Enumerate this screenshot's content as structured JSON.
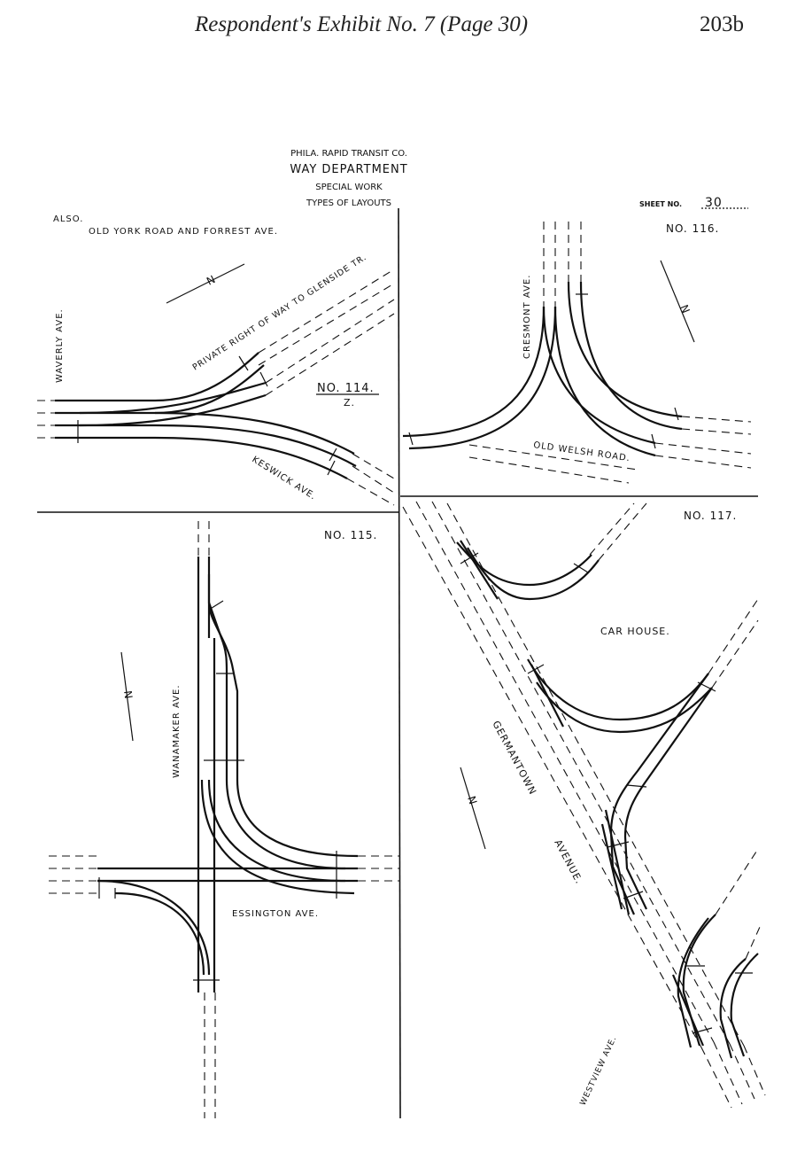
{
  "header": {
    "title": "Respondent's Exhibit No. 7 (Page 30)",
    "page_number": "203b"
  },
  "title_block": {
    "company": "PHILA. RAPID TRANSIT CO.",
    "department": "WAY DEPARTMENT",
    "subject": "SPECIAL WORK",
    "types": "TYPES OF LAYOUTS",
    "sheet_label": "SHEET NO.",
    "sheet_value": "30"
  },
  "layouts": {
    "no114": {
      "also": "ALSO.",
      "location": "OLD YORK ROAD AND FORREST AVE.",
      "number": "NO. 114.",
      "sub": "Z.",
      "street_left": "WAVERLY AVE.",
      "street_diag": "PRIVATE RIGHT OF WAY TO GLENSIDE TR.",
      "street_bottom": "KESWICK AVE."
    },
    "no116": {
      "number": "NO. 116.",
      "street_vertical": "CRESMONT AVE.",
      "street_bottom": "OLD WELSH ROAD."
    },
    "no115": {
      "number": "NO. 115.",
      "street_vertical": "WANAMAKER AVE.",
      "street_horizontal": "ESSINGTON AVE."
    },
    "no117": {
      "number": "NO. 117.",
      "car_house": "CAR HOUSE.",
      "street_diag_1": "GERMANTOWN",
      "street_diag_2": "AVENUE.",
      "street_bottom": "WESTVIEW AVE."
    }
  },
  "north_arrow": "N"
}
